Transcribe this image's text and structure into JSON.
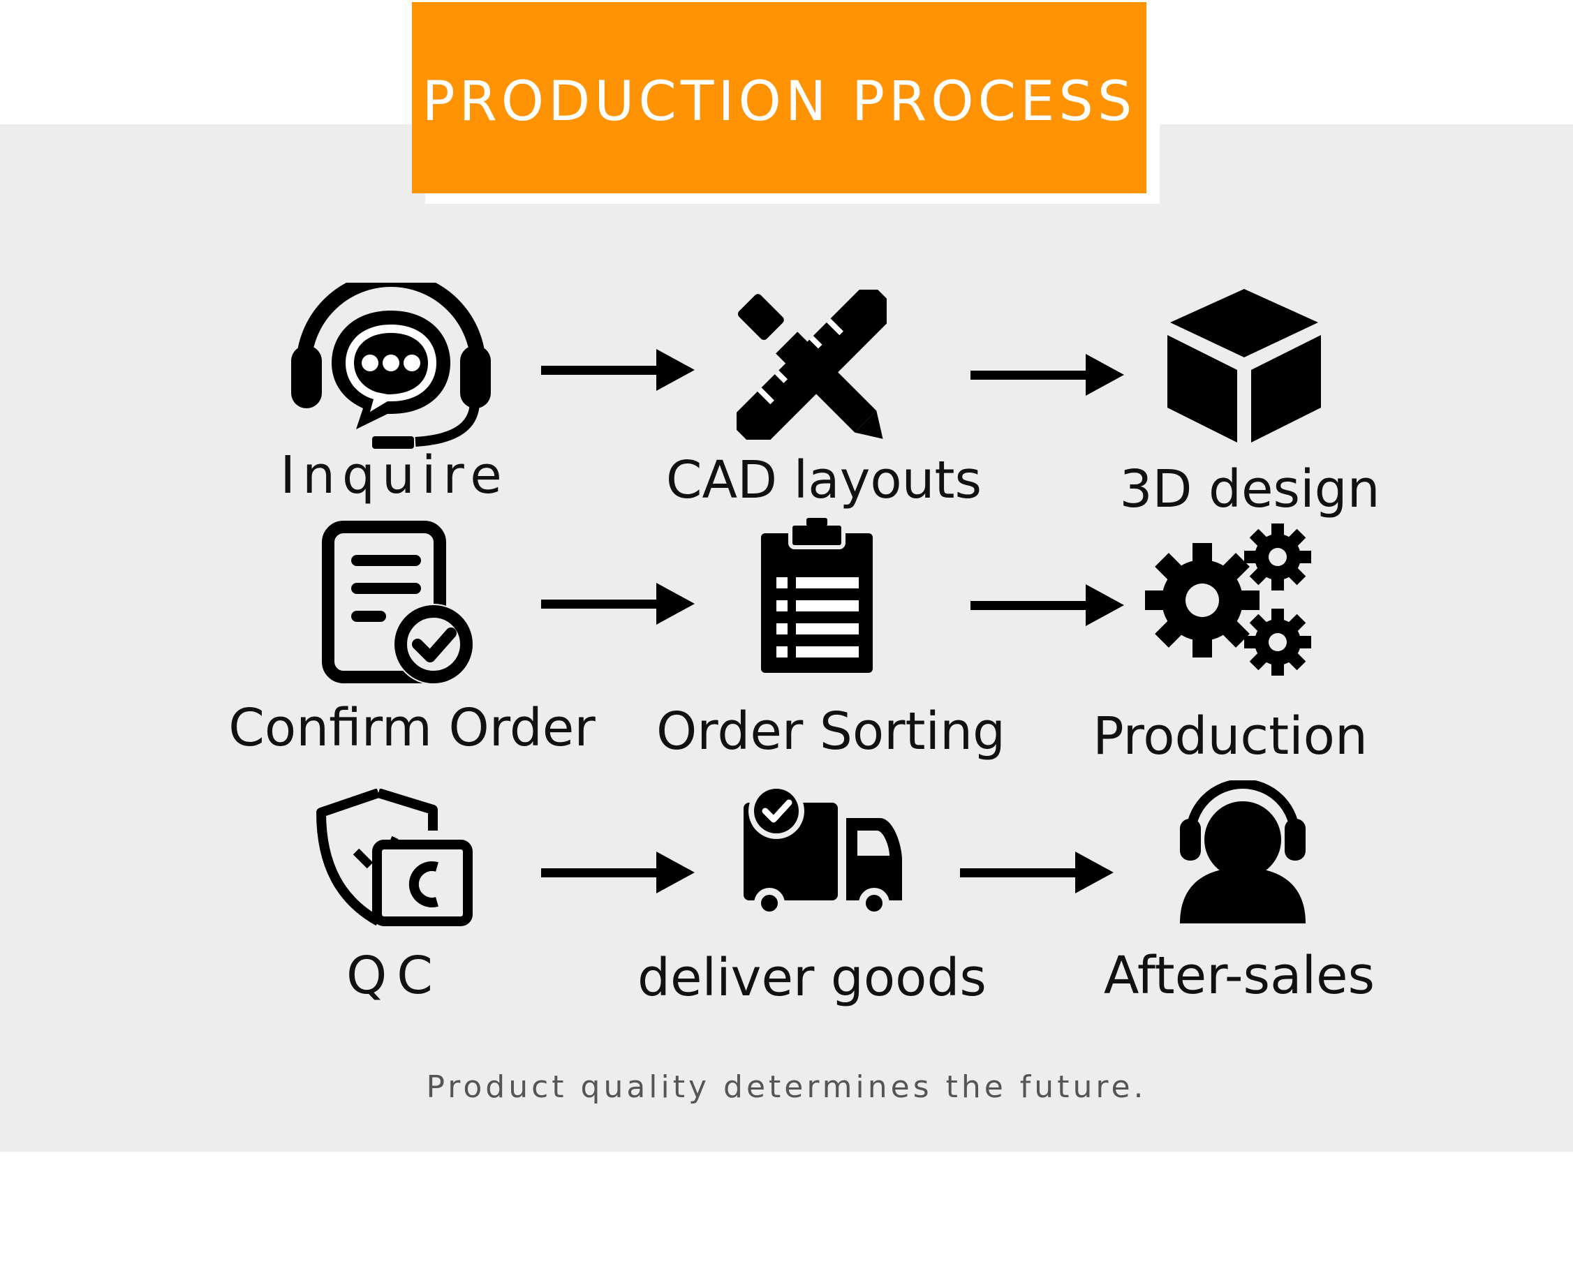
{
  "banner": {
    "title": "PRODUCTION PROCESS"
  },
  "steps": [
    {
      "label": "Inquire",
      "icon": "headset-chat-icon"
    },
    {
      "label": "CAD layouts",
      "icon": "ruler-pencil-icon"
    },
    {
      "label": "3D design",
      "icon": "cube-icon"
    },
    {
      "label": "Confirm Order",
      "icon": "document-check-icon"
    },
    {
      "label": "Order Sorting",
      "icon": "clipboard-list-icon"
    },
    {
      "label": "Production",
      "icon": "gears-icon"
    },
    {
      "label": "QC",
      "icon": "shield-certificate-icon"
    },
    {
      "label": "deliver goods",
      "icon": "delivery-truck-icon"
    },
    {
      "label": "After-sales",
      "icon": "customer-service-icon"
    }
  ],
  "tagline": "Product quality determines the future.",
  "colors": {
    "accent": "#ff9304",
    "panel": "#ededed",
    "ink": "#111111"
  }
}
